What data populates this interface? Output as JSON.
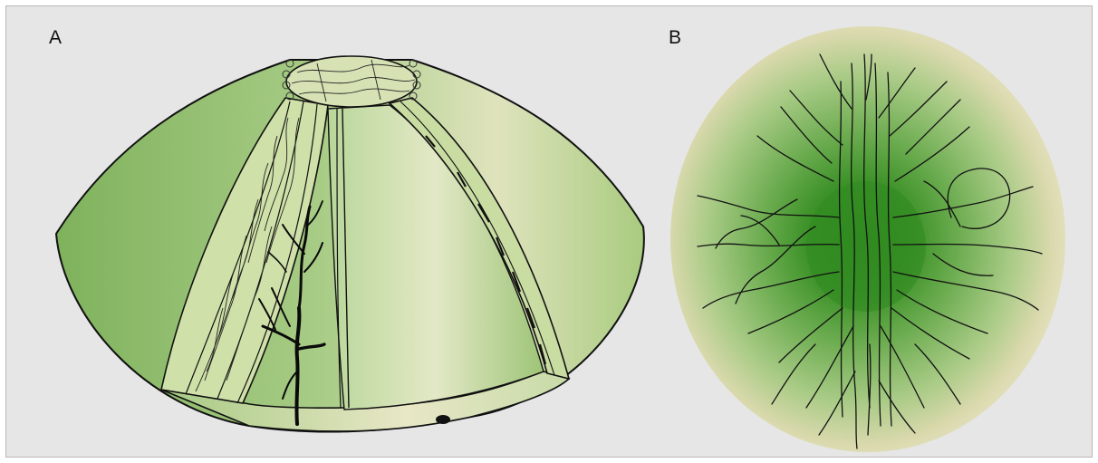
{
  "figure": {
    "panels": [
      {
        "id": "A",
        "label": "A"
      },
      {
        "id": "B",
        "label": "B"
      }
    ]
  },
  "colors": {
    "background": "#e6e6e6",
    "green_dark": "#3c8e2a",
    "green_mid": "#7ab25a",
    "green_light": "#b6d59a",
    "cream": "#e9e6c3",
    "line": "#111111"
  }
}
